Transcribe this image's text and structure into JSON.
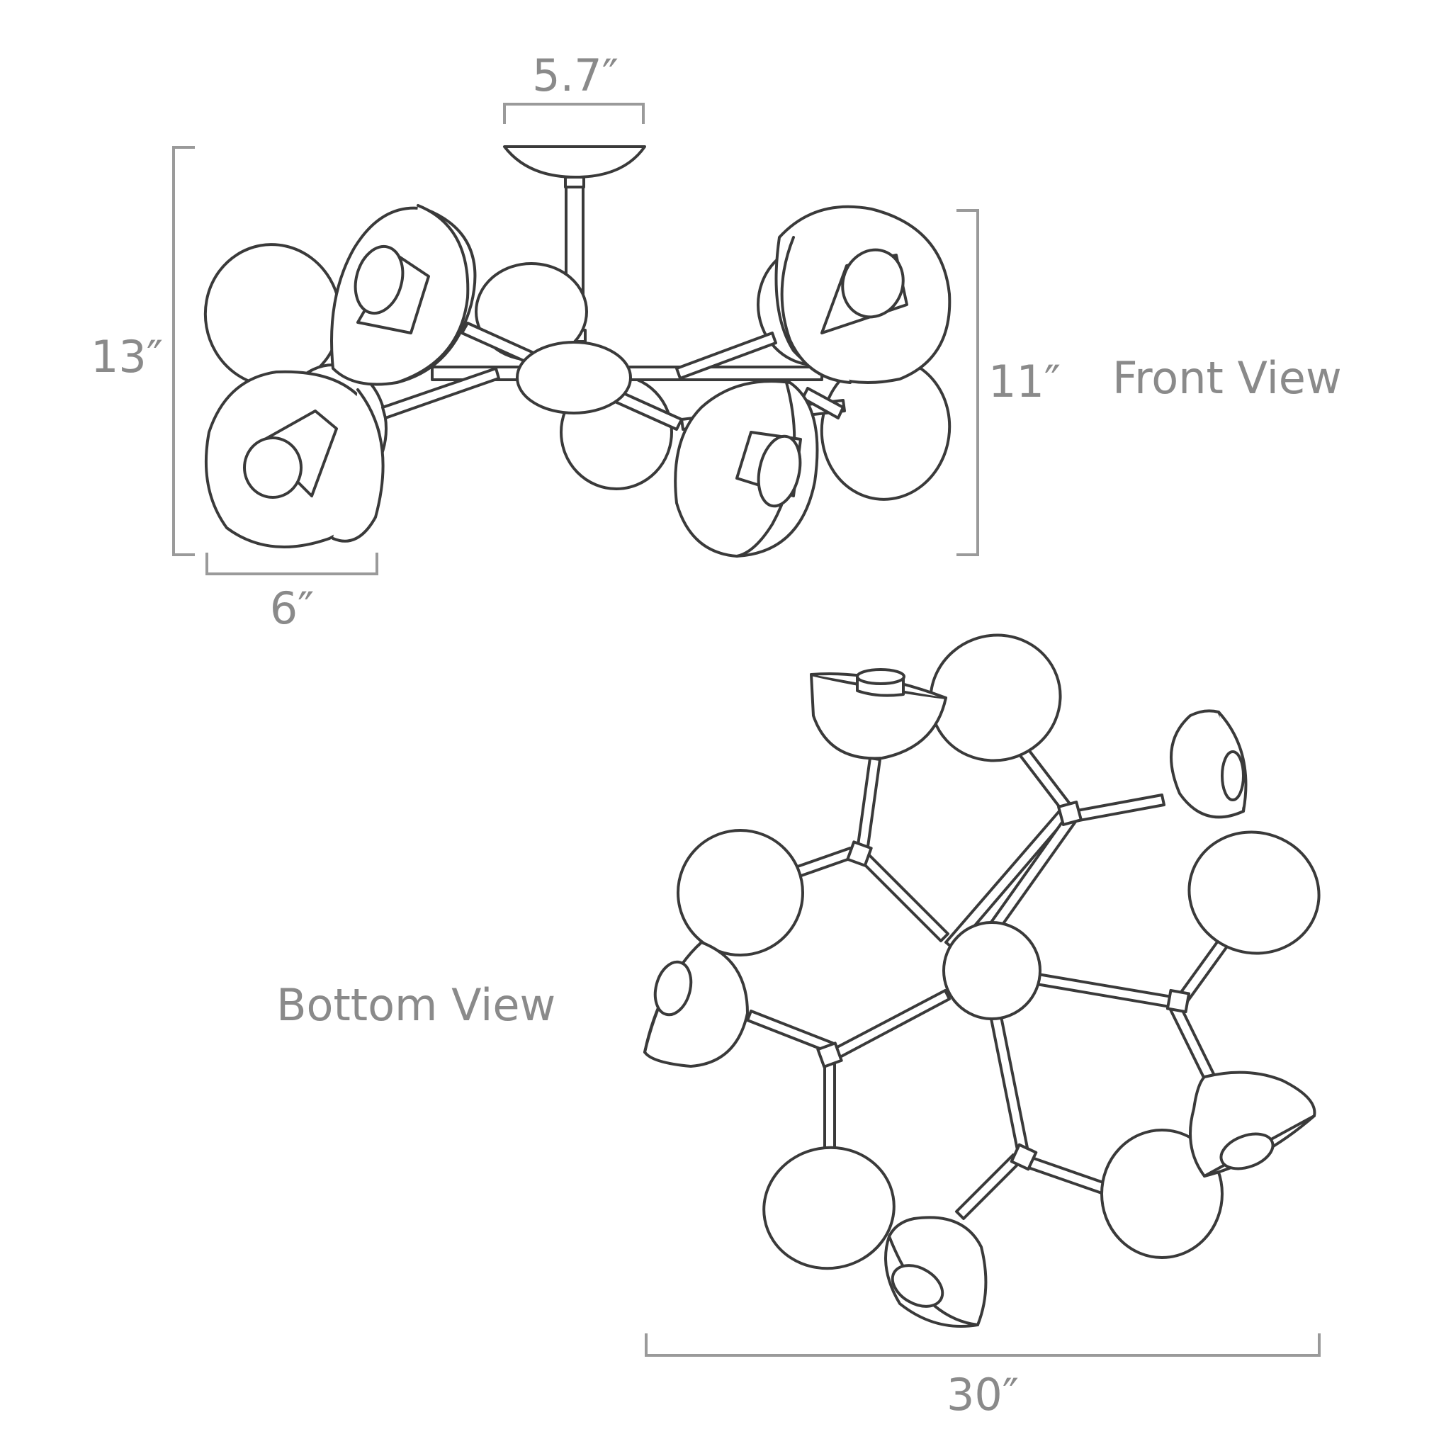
{
  "views": {
    "front": "Front View",
    "bottom": "Bottom View"
  },
  "dimensions": {
    "canopy_width": "5.7″",
    "overall_height": "13″",
    "body_height": "11″",
    "shade_width": "6″",
    "overall_width": "30″"
  },
  "colors": {
    "ink": "#3a3a3a",
    "dimension": "#8a8a8a",
    "background": "#ffffff"
  }
}
